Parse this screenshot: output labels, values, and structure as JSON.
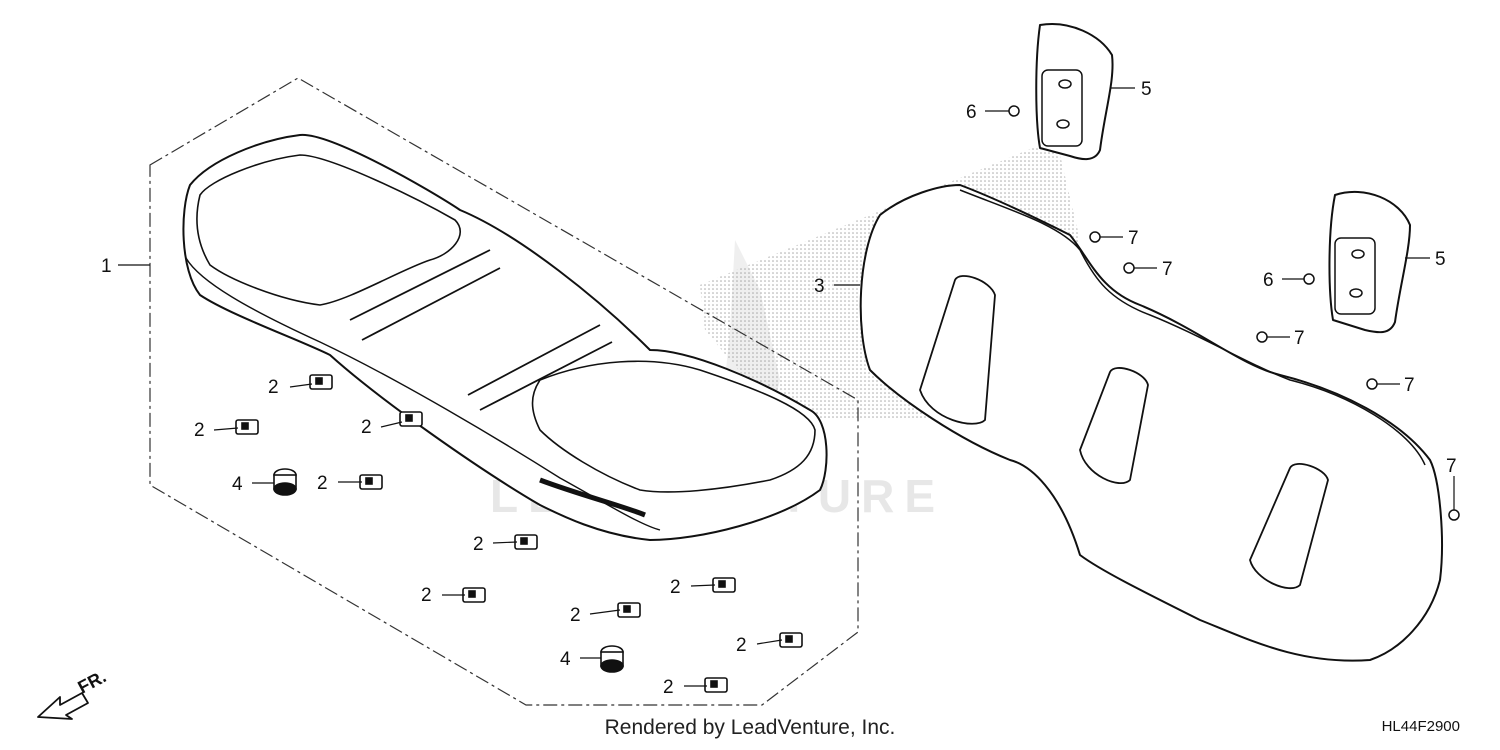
{
  "callouts": {
    "c1": "1",
    "c2": "2",
    "c3": "3",
    "c4": "4",
    "c5": "5",
    "c6": "6",
    "c7": "7"
  },
  "direction_label": "FR.",
  "watermark": "LEADVENTURE",
  "footer": "Rendered by LeadVenture, Inc.",
  "diagram_code": "HL44F2900"
}
